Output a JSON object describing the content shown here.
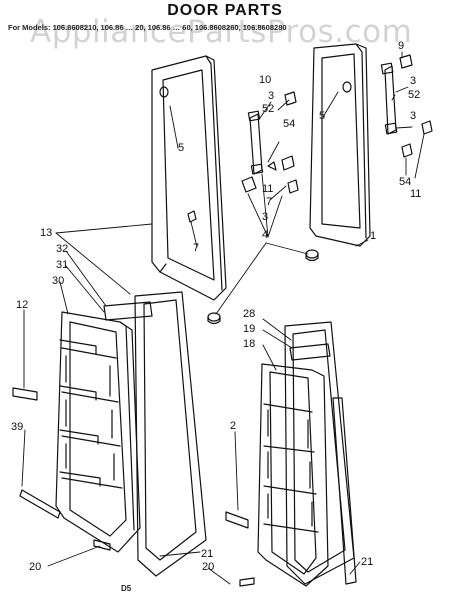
{
  "title": "DOOR PARTS",
  "models": "For Models: 106.8608210, 106.86 … 20, 106.86 … 60, 106.8608260, 106.8608280",
  "watermark": "AppliancePartsPros.com",
  "figure_code": "D5",
  "callouts": [
    {
      "id": "c1",
      "text": "1"
    },
    {
      "id": "c2",
      "text": "2"
    },
    {
      "id": "c3a",
      "text": "3"
    },
    {
      "id": "c3b",
      "text": "3"
    },
    {
      "id": "c3c",
      "text": "3"
    },
    {
      "id": "c3d",
      "text": "3"
    },
    {
      "id": "c4",
      "text": "4"
    },
    {
      "id": "c5a",
      "text": "5"
    },
    {
      "id": "c5b",
      "text": "5"
    },
    {
      "id": "c7a",
      "text": "7"
    },
    {
      "id": "c7b",
      "text": "7"
    },
    {
      "id": "c9",
      "text": "9"
    },
    {
      "id": "c10",
      "text": "10"
    },
    {
      "id": "c11a",
      "text": "11"
    },
    {
      "id": "c11b",
      "text": "11"
    },
    {
      "id": "c12",
      "text": "12"
    },
    {
      "id": "c13",
      "text": "13"
    },
    {
      "id": "c18",
      "text": "18"
    },
    {
      "id": "c19",
      "text": "19"
    },
    {
      "id": "c20a",
      "text": "20"
    },
    {
      "id": "c20b",
      "text": "20"
    },
    {
      "id": "c21a",
      "text": "21"
    },
    {
      "id": "c21b",
      "text": "21"
    },
    {
      "id": "c28",
      "text": "28"
    },
    {
      "id": "c30",
      "text": "30"
    },
    {
      "id": "c31",
      "text": "31"
    },
    {
      "id": "c32",
      "text": "32"
    },
    {
      "id": "c39",
      "text": "39"
    },
    {
      "id": "c52a",
      "text": "52"
    },
    {
      "id": "c52b",
      "text": "52"
    },
    {
      "id": "c54a",
      "text": "54"
    },
    {
      "id": "c54b",
      "text": "54"
    }
  ]
}
